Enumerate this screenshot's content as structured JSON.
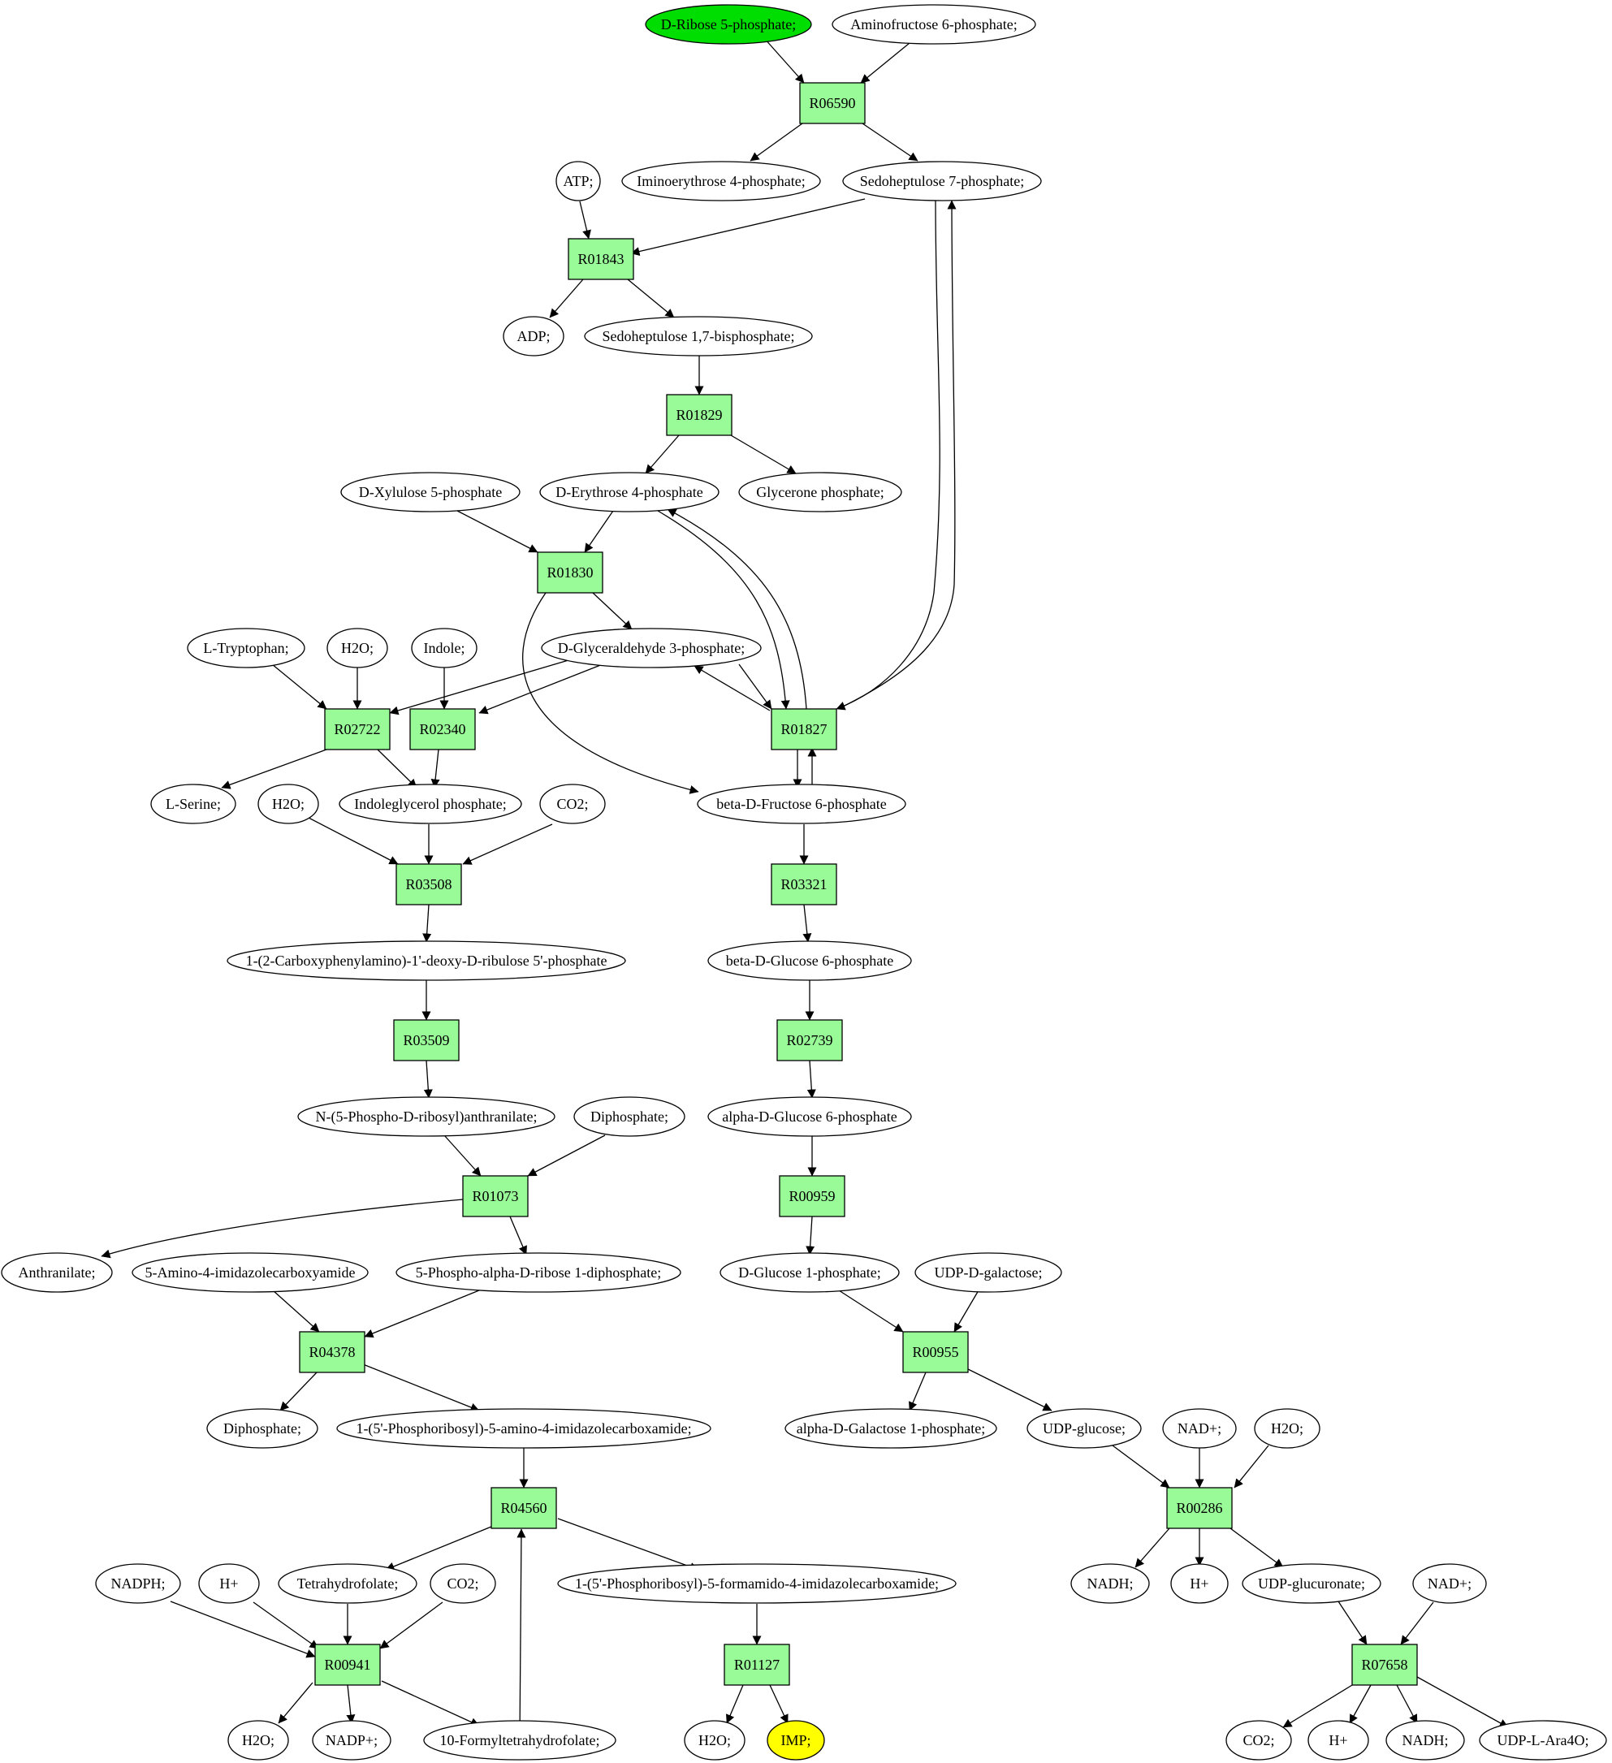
{
  "colors": {
    "source": "#00dd00",
    "target": "#ffff00",
    "reaction": "#98fb98",
    "default": "#ffffff"
  },
  "compounds": {
    "ribose5p": "D-Ribose 5-phosphate;",
    "aminofructose6p": "Aminofructose 6-phosphate;",
    "iminoerythrose4p": "Iminoerythrose 4-phosphate;",
    "sedoheptulose7p": "Sedoheptulose 7-phosphate;",
    "atp": "ATP;",
    "adp": "ADP;",
    "sedoheptulose17bp": "Sedoheptulose 1,7-bisphosphate;",
    "xylulose5p": "D-Xylulose 5-phosphate",
    "erythrose4p": "D-Erythrose 4-phosphate",
    "glycerone_p": "Glycerone phosphate;",
    "tryptophan": "L-Tryptophan;",
    "h2o_a": "H2O;",
    "indole": "Indole;",
    "g3p": "D-Glyceraldehyde 3-phosphate;",
    "serine": "L-Serine;",
    "h2o_b": "H2O;",
    "indoleglycerol_p": "Indoleglycerol phosphate;",
    "co2_a": "CO2;",
    "fructose6p": "beta-D-Fructose 6-phosphate",
    "carboxyphenylamino": "1-(2-Carboxyphenylamino)-1'-deoxy-D-ribulose 5'-phosphate",
    "glucose6p_beta": "beta-D-Glucose 6-phosphate",
    "prpp_anthranilate": "N-(5-Phospho-D-ribosyl)anthranilate;",
    "diphosphate_a": "Diphosphate;",
    "glucose6p_alpha": "alpha-D-Glucose 6-phosphate",
    "anthranilate": "Anthranilate;",
    "aica": "5-Amino-4-imidazolecarboxyamide",
    "prpp": "5-Phospho-alpha-D-ribose 1-diphosphate;",
    "glucose1p": "D-Glucose 1-phosphate;",
    "udp_galactose": "UDP-D-galactose;",
    "diphosphate_b": "Diphosphate;",
    "aicar": "1-(5'-Phosphoribosyl)-5-amino-4-imidazolecarboxamide;",
    "galactose1p": "alpha-D-Galactose 1-phosphate;",
    "udp_glucose": "UDP-glucose;",
    "nad_a": "NAD+;",
    "h2o_c": "H2O;",
    "nadph": "NADPH;",
    "hplus_a": "H+",
    "thf": "Tetrahydrofolate;",
    "co2_b": "CO2;",
    "faicar": "1-(5'-Phosphoribosyl)-5-formamido-4-imidazolecarboxamide;",
    "nadh_a": "NADH;",
    "hplus_b": "H+",
    "udp_glucuronate": "UDP-glucuronate;",
    "nad_b": "NAD+;",
    "h2o_d": "H2O;",
    "nadp": "NADP+;",
    "formyl_thf": "10-Formyltetrahydrofolate;",
    "h2o_e": "H2O;",
    "imp": "IMP;",
    "co2_c": "CO2;",
    "hplus_c": "H+",
    "nadh_b": "NADH;",
    "udp_ara4o": "UDP-L-Ara4O;"
  },
  "reactions": {
    "R06590": "R06590",
    "R01843": "R01843",
    "R01829": "R01829",
    "R01830": "R01830",
    "R02722": "R02722",
    "R02340": "R02340",
    "R01827": "R01827",
    "R03508": "R03508",
    "R03321": "R03321",
    "R03509": "R03509",
    "R02739": "R02739",
    "R01073": "R01073",
    "R00959": "R00959",
    "R04378": "R04378",
    "R00955": "R00955",
    "R00286": "R00286",
    "R04560": "R04560",
    "R00941": "R00941",
    "R01127": "R01127",
    "R07658": "R07658"
  }
}
